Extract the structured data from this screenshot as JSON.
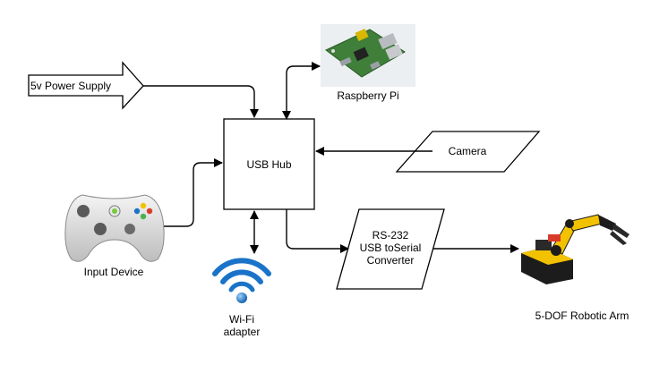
{
  "nodes": {
    "power": "5v Power Supply",
    "raspberry": "Raspberry Pi",
    "hub": "USB Hub",
    "camera": "Camera",
    "input": "Input Device",
    "wifi_line1": "Wi-Fi",
    "wifi_line2": "adapter",
    "converter_line1": "RS-232",
    "converter_line2": "USB toSerial",
    "converter_line3": "Converter",
    "arm": "5-DOF Robotic Arm"
  },
  "colors": {
    "stroke": "#000000",
    "wifi_blue": "#1a73c9",
    "pcb_green": "#3f7f3a",
    "controller_gray": "#d9d9d9",
    "arm_yellow": "#f2c200",
    "arm_black": "#1c1c1c"
  },
  "icons": [
    "raspberry-pi-board-icon",
    "gamepad-icon",
    "wifi-icon",
    "robotic-arm-icon"
  ]
}
